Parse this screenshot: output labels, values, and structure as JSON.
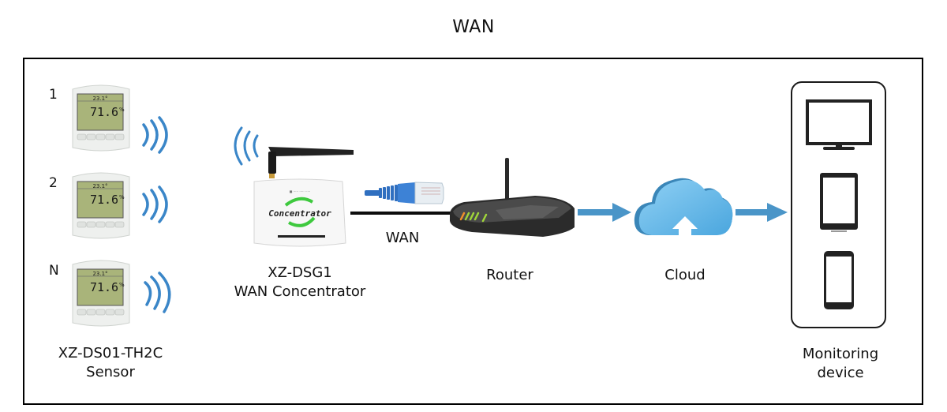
{
  "diagram": {
    "title": "WAN",
    "sensors": [
      {
        "index_label": "1",
        "display_top": "23.1°",
        "display_main": "71.6",
        "display_unit": "%"
      },
      {
        "index_label": "2",
        "display_top": "23.1°",
        "display_main": "71.6",
        "display_unit": "%"
      },
      {
        "index_label": "N",
        "display_top": "23.1°",
        "display_main": "71.6",
        "display_unit": "%"
      }
    ],
    "sensor_label": [
      "XZ-DS01-TH2C",
      "Sensor"
    ],
    "concentrator": {
      "device_text": "Concentrator",
      "label": [
        "XZ-DSG1",
        "WAN Concentrator"
      ]
    },
    "link_label": "WAN",
    "router_label": "Router",
    "cloud_label": "Cloud",
    "monitoring": {
      "devices": [
        "monitor-icon",
        "tablet-icon",
        "phone-icon"
      ],
      "label": [
        "Monitoring",
        "device"
      ]
    },
    "colors": {
      "wave_blue": "#3a86c8",
      "arrow_blue": "#4a95c8",
      "cloud_blue": "#5cb3e6",
      "cable_blue": "#2f6fc0",
      "lcd_green": "#a9b47a",
      "logo_green": "#3ec93e"
    }
  }
}
